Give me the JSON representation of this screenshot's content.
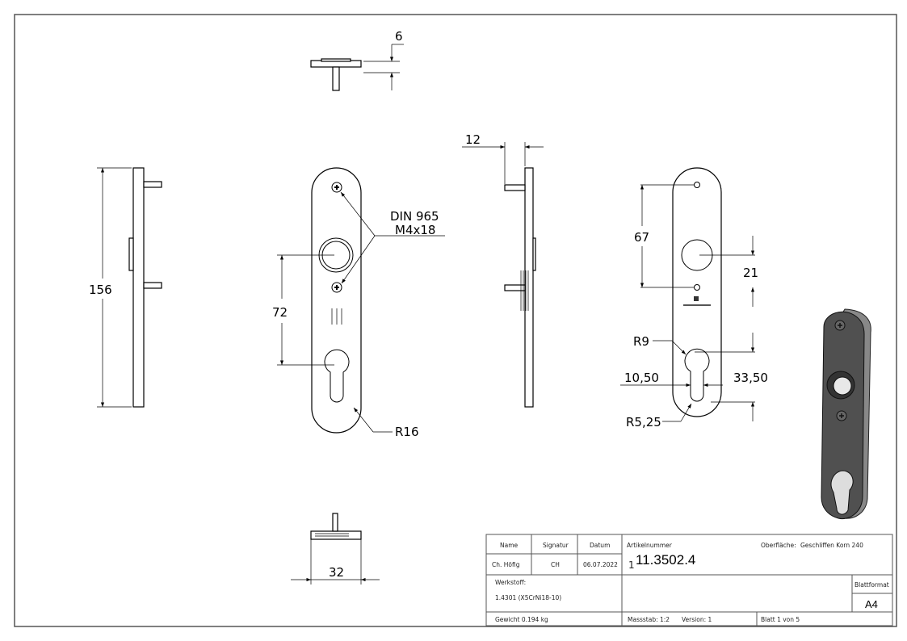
{
  "dimensions": {
    "top_thickness": "6",
    "height": "156",
    "hole_spacing_front": "72",
    "screw_line1": "DIN 965",
    "screw_line2": "M4x18",
    "radius_end": "R16",
    "side_offset": "12",
    "width_bottom": "32",
    "screw_spacing": "67",
    "hole_to_cyl": "21",
    "cyl_radius": "R9",
    "cyl_left": "10,50",
    "cyl_right": "33,50",
    "slot_radius": "R5,25"
  },
  "title_block": {
    "name_label": "Name",
    "signature_label": "Signatur",
    "date_label": "Datum",
    "name_value": "Ch. Höfig",
    "signature_value": "CH",
    "date_value": "06.07.2022",
    "article_label": "Artikelnummer",
    "article_prefix": "1",
    "article_number": "11.3502.4",
    "surface_label": "Oberfläche:",
    "surface_value": "Geschliffen Korn 240",
    "material_label": "Werkstoff:",
    "material_value": "1.4301 (X5CrNi18-10)",
    "format_label": "Blattformat",
    "format_value": "A4",
    "weight": "Gewicht 0.194 kg",
    "scale": "Massstab: 1:2",
    "version": "Version: 1",
    "sheet": "Blatt 1 von 5"
  }
}
